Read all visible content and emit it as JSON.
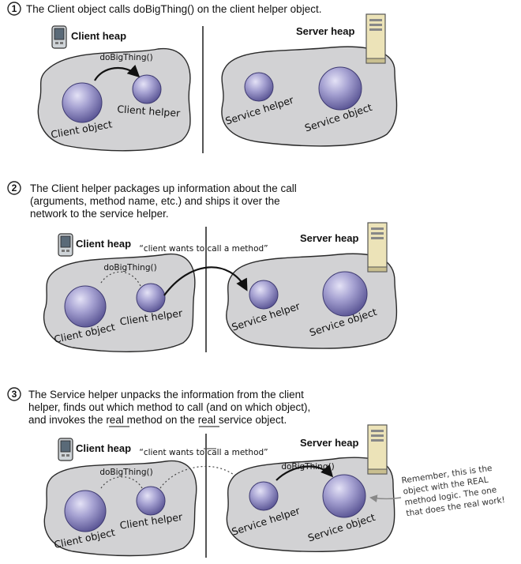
{
  "steps": [
    {
      "number": "1",
      "lines": [
        "The Client object calls doBigThing() on the client helper object."
      ],
      "client_heap": "Client heap",
      "server_heap": "Server heap",
      "call_label": "doBigThing()",
      "client_object": "Client object",
      "client_helper": "Client helper",
      "service_helper": "Service helper",
      "service_object": "Service object"
    },
    {
      "number": "2",
      "lines": [
        "The Client helper packages up information about the call",
        "(arguments, method name, etc.) and ships it over the",
        "network to the service helper."
      ],
      "client_heap": "Client heap",
      "server_heap": "Server heap",
      "call_label": "doBigThing()",
      "message": "“client wants to call a method”",
      "client_object": "Client object",
      "client_helper": "Client helper",
      "service_helper": "Service helper",
      "service_object": "Service object"
    },
    {
      "number": "3",
      "lines": [
        "The Service helper unpacks the information from the client",
        "helper, finds out which method to call (and on which object),",
        "and invokes the real method on the real service object."
      ],
      "client_heap": "Client heap",
      "server_heap": "Server heap",
      "call_label_client": "doBigThing()",
      "call_label_server": "doBigThing()",
      "message": "“client wants to call a method”",
      "client_object": "Client object",
      "client_helper": "Client helper",
      "service_helper": "Service helper",
      "service_object": "Service object",
      "note_lines": [
        "Remember, this is the",
        "object with the REAL",
        "method logic. The one",
        "that does the real work!"
      ]
    }
  ],
  "colors": {
    "heap_fill": "#d2d2d4",
    "heap_stroke": "#2a2a2a",
    "sphere_light": "#d6d4ee",
    "sphere_mid": "#9a96c8",
    "sphere_dark": "#5f5a98"
  },
  "icons": [
    "pda-icon",
    "server-tower-icon"
  ]
}
